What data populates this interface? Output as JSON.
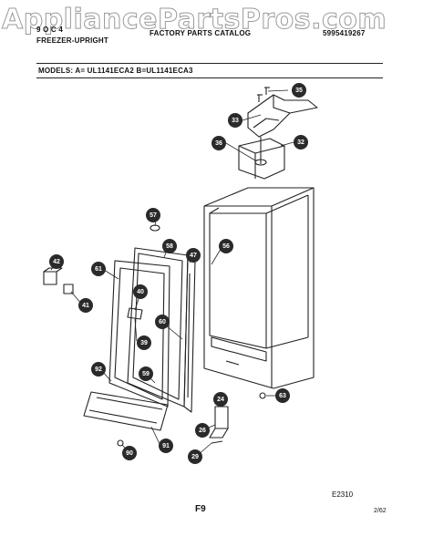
{
  "watermark": "AppliancePartsPros.com",
  "header": {
    "brand": "9 O C 4",
    "category": "FREEZER-UPRIGHT",
    "catalog_title": "FACTORY PARTS CATALOG",
    "catalog_number": "5995419267",
    "models_line": "MODELS:  A= UL1141ECA2    B=UL1141ECA3"
  },
  "callouts": {
    "c35": "35",
    "c33": "33",
    "c32": "32",
    "c36": "36",
    "c57": "57",
    "c58": "58",
    "c47": "47",
    "c56": "56",
    "c42": "42",
    "c61": "61",
    "c41": "41",
    "c40": "40",
    "c60": "60",
    "c39": "39",
    "c92": "92",
    "c59": "59",
    "c24": "24",
    "c63": "63",
    "c26": "26",
    "c91": "91",
    "c90": "90",
    "c29": "29"
  },
  "footer": {
    "diagram_code": "E2310",
    "page_label": "F9",
    "revision": "2/62"
  }
}
